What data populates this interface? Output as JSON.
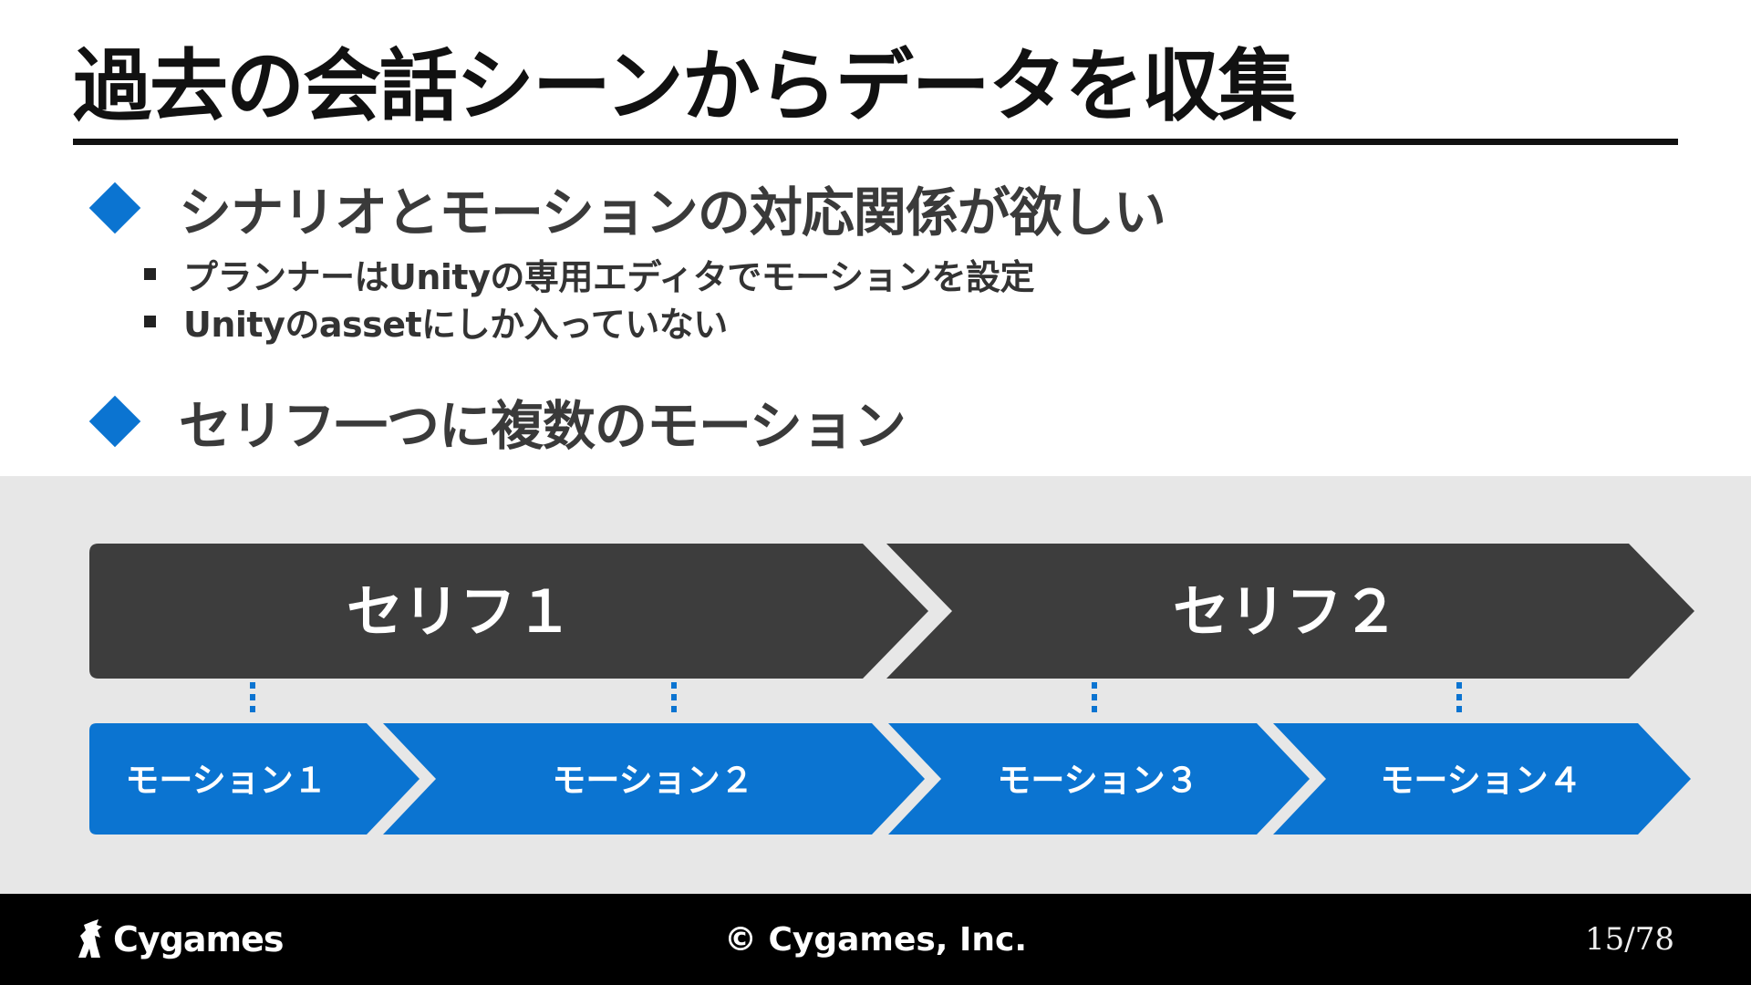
{
  "slide": {
    "title": "過去の会話シーンからデータを収集"
  },
  "bullets": [
    {
      "text": "シナリオとモーションの対応関係が欲しい",
      "subitems": [
        "プランナーはUnityの専用エディタでモーションを設定",
        "Unityのassetにしか入っていない"
      ]
    },
    {
      "text": "セリフ一つに複数のモーション"
    }
  ],
  "diagram": {
    "speech_lines": [
      "セリフ１",
      "セリフ２"
    ],
    "motions": [
      "モーション１",
      "モーション２",
      "モーション３",
      "モーション４"
    ],
    "colors": {
      "speech": "#3d3d3d",
      "motion": "#0b74d1",
      "connector": "#0b74d1",
      "background": "#e7e7e7"
    }
  },
  "footer": {
    "logo_text": "Cygames",
    "copyright": "© Cygames, Inc.",
    "page_number": "15/78"
  }
}
